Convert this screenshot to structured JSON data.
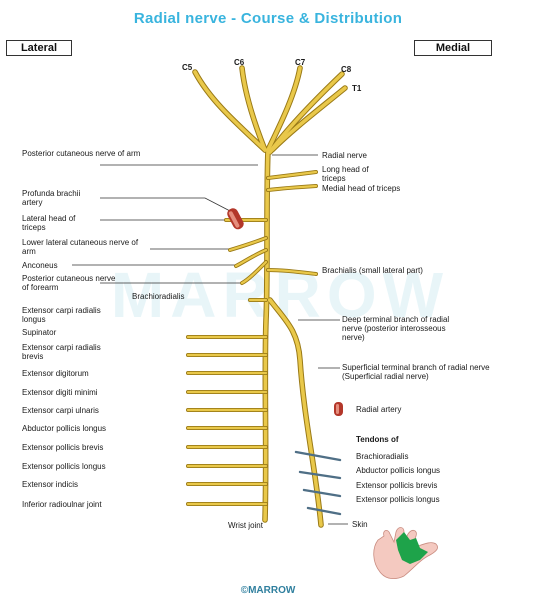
{
  "title": "Radial nerve - Course & Distribution",
  "side_labels": {
    "lateral": "Lateral",
    "medial": "Medial"
  },
  "roots": [
    "C5",
    "C6",
    "C7",
    "C8",
    "T1"
  ],
  "watermark": "MARROW",
  "left_labels": [
    "Posterior cutaneous nerve of arm",
    "Profunda brachii artery",
    "Lateral head of triceps",
    "Lower lateral cutaneous nerve of arm",
    "Anconeus",
    "Posterior cutaneous nerve of forearm",
    "Brachioradialis",
    "Extensor carpi radialis longus",
    "Supinator",
    "Extensor carpi radialis brevis",
    "Extensor digitorum",
    "Extensor digiti minimi",
    "Extensor carpi ulnaris",
    "Abductor pollicis longus",
    "Extensor pollicis brevis",
    "Extensor pollicis longus",
    "Extensor indicis",
    "Inferior radioulnar joint",
    "Wrist joint"
  ],
  "right_labels": [
    "Radial nerve",
    "Long head of triceps",
    "Medial head of triceps",
    "Brachialis (small lateral part)",
    "Deep terminal branch of radial nerve (posterior interosseous nerve)",
    "Superficial terminal branch of radial nerve (Superficial radial nerve)",
    "Radial artery"
  ],
  "tendons": {
    "heading": "Tendons of",
    "items": [
      "Brachioradialis",
      "Abductor pollicis longus",
      "Extensor pollicis brevis",
      "Extensor pollicis longus"
    ]
  },
  "skin_label": "Skin",
  "brand": "©MARROW",
  "colors": {
    "nerve": "#e9c84a",
    "nerve_outline": "#9a7a16",
    "title": "#39b4de",
    "artery": "#b3372a",
    "skin_patch": "#1ea34a",
    "hand": "#f4c9c0"
  }
}
